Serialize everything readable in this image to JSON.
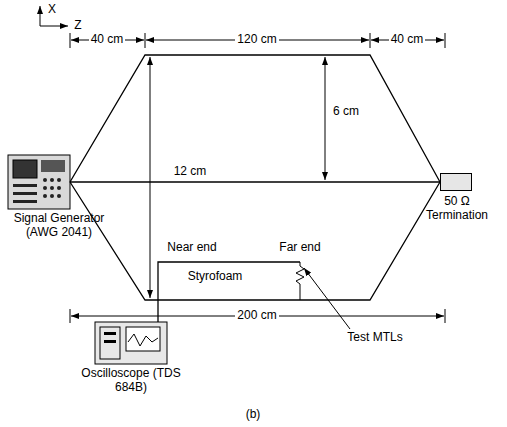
{
  "diagram": {
    "nodes": [
      {
        "text": [
          "Signal Generator (AWG 2041)"
        ]
      },
      {
        "text": [
          "50 Ω Termination"
        ]
      },
      {
        "text": [
          "Oscilloscope (TDS 684B)"
        ]
      }
    ],
    "edges": [
      {
        "from": 0,
        "to": 1,
        "arrow": "none"
      },
      {
        "from": 0,
        "to": 1,
        "arrow": "none"
      },
      {
        "from": 0,
        "to": 1,
        "arrow": "none"
      }
    ],
    "labels": [
      "X",
      "Z",
      "40 cm",
      "120 cm",
      "40 cm",
      "6 cm",
      "12 cm",
      "200 cm",
      "Near end",
      "Far end",
      "Styrofoam",
      "Test MTLs",
      "(b)"
    ]
  }
}
